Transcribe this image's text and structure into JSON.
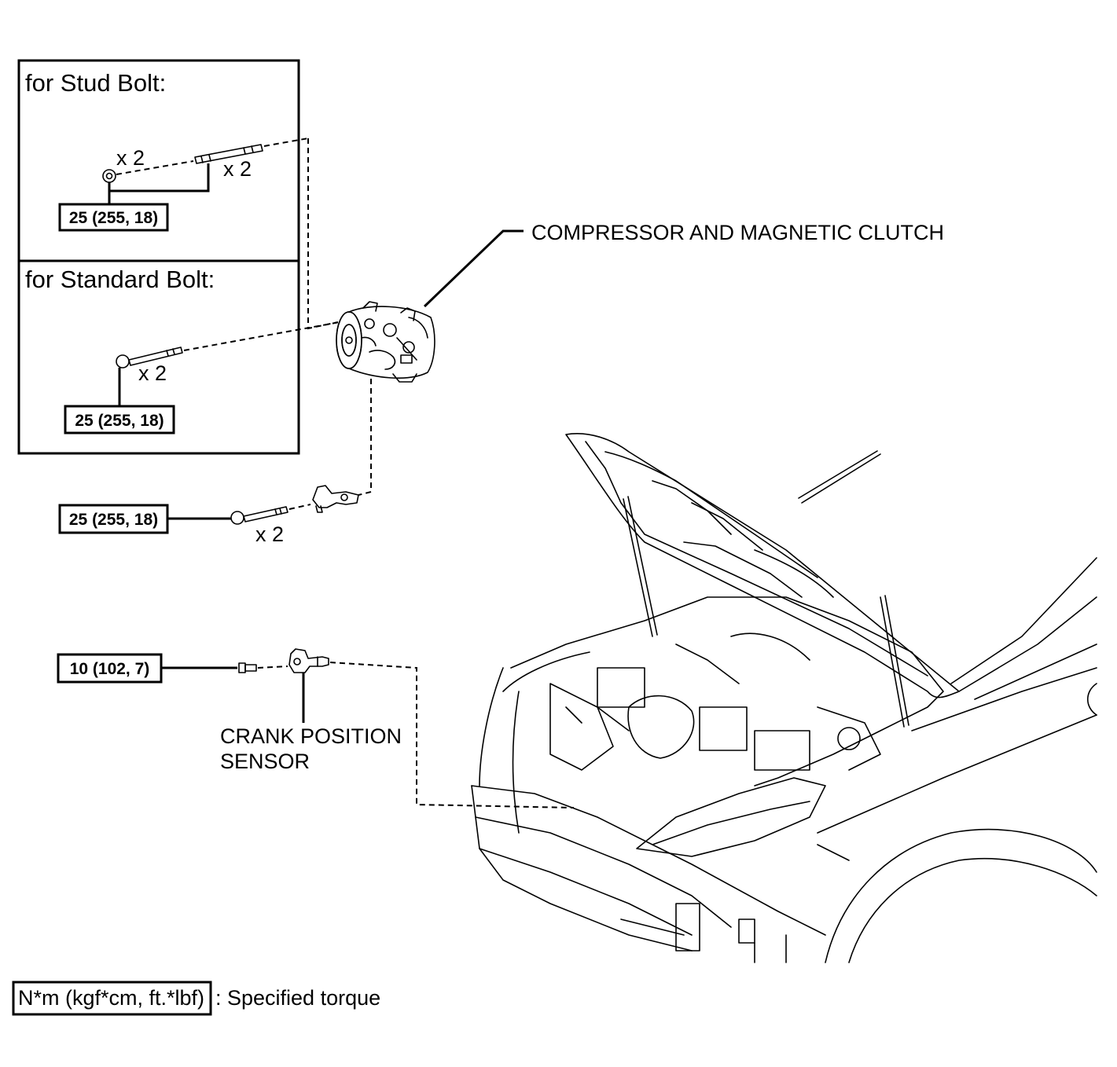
{
  "inset": {
    "stud_header": "for Stud Bolt:",
    "standard_header": "for Standard Bolt:",
    "stud_nut_qty": "x 2",
    "stud_bolt_qty": "x 2",
    "standard_bolt_qty": "x 2",
    "stud_torque": "25 (255, 18)",
    "standard_torque": "25 (255, 18)"
  },
  "parts": {
    "compressor_label": "COMPRESSOR AND MAGNETIC CLUTCH",
    "bracket_bolt_torque": "25 (255, 18)",
    "bracket_bolt_qty": "x 2",
    "sensor_bolt_torque": "10 (102, 7)",
    "sensor_label_line1": "CRANK POSITION",
    "sensor_label_line2": "SENSOR"
  },
  "legend": {
    "unit_box": "N*m (kgf*cm, ft.*lbf)",
    "description": ": Specified torque"
  }
}
